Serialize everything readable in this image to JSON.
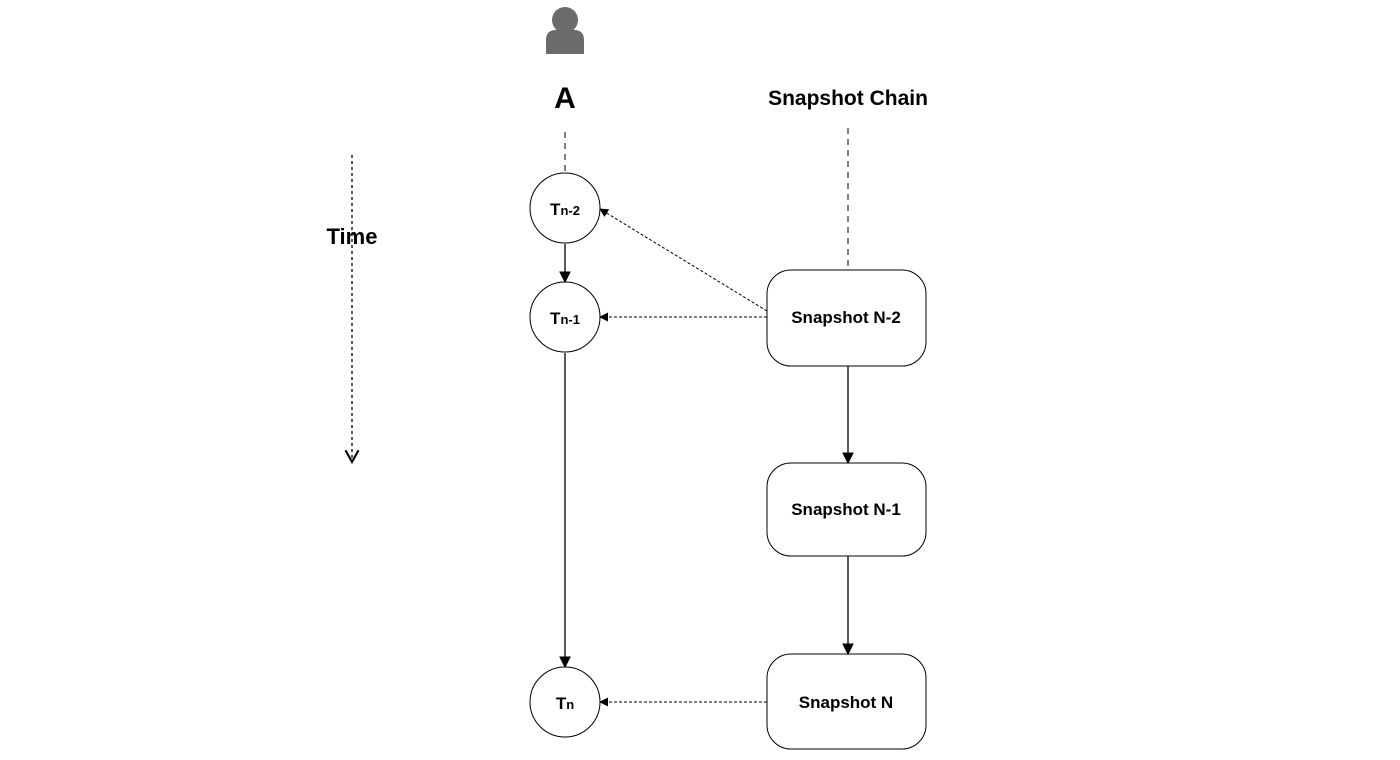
{
  "time_axis": {
    "label": "Time"
  },
  "actor": {
    "label": "A",
    "icon": "user-icon",
    "icon_color": "#6b6b6b"
  },
  "chain": {
    "title": "Snapshot Chain"
  },
  "transactions": [
    {
      "base": "T",
      "sub": "n-2"
    },
    {
      "base": "T",
      "sub": "n-1"
    },
    {
      "base": "T",
      "sub": "n"
    }
  ],
  "snapshots": [
    {
      "label": "Snapshot N-2"
    },
    {
      "label": "Snapshot N-1"
    },
    {
      "label": "Snapshot N"
    }
  ],
  "links": [
    {
      "from": "Snapshot N-2",
      "to": "Tn-2",
      "style": "dotted"
    },
    {
      "from": "Snapshot N-2",
      "to": "Tn-1",
      "style": "dotted"
    },
    {
      "from": "Snapshot N",
      "to": "Tn",
      "style": "dotted"
    },
    {
      "from": "Tn-2",
      "to": "Tn-1",
      "style": "solid"
    },
    {
      "from": "Tn-1",
      "to": "Tn",
      "style": "solid"
    },
    {
      "from": "Snapshot N-2",
      "to": "Snapshot N-1",
      "style": "solid"
    },
    {
      "from": "Snapshot N-1",
      "to": "Snapshot N",
      "style": "solid"
    }
  ]
}
